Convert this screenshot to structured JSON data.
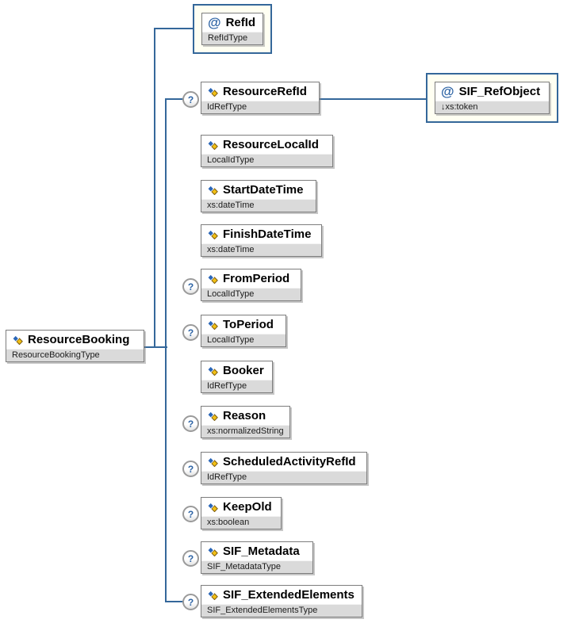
{
  "diagram": {
    "optional_marker": "?",
    "at_symbol": "@",
    "root": {
      "name": "ResourceBooking",
      "type": "ResourceBookingType"
    },
    "attributes": [
      {
        "name": "RefId",
        "type": "RefIdType"
      },
      {
        "name": "SIF_RefObject",
        "type": "↓xs:token"
      }
    ],
    "children": [
      {
        "name": "ResourceRefId",
        "type": "IdRefType",
        "optional": true
      },
      {
        "name": "ResourceLocalId",
        "type": "LocalIdType",
        "optional": false
      },
      {
        "name": "StartDateTime",
        "type": "xs:dateTime",
        "optional": false
      },
      {
        "name": "FinishDateTime",
        "type": "xs:dateTime",
        "optional": false
      },
      {
        "name": "FromPeriod",
        "type": "LocalIdType",
        "optional": true
      },
      {
        "name": "ToPeriod",
        "type": "LocalIdType",
        "optional": true
      },
      {
        "name": "Booker",
        "type": "IdRefType",
        "optional": false
      },
      {
        "name": "Reason",
        "type": "xs:normalizedString",
        "optional": true
      },
      {
        "name": "ScheduledActivityRefId",
        "type": "IdRefType",
        "optional": true
      },
      {
        "name": "KeepOld",
        "type": "xs:boolean",
        "optional": true
      },
      {
        "name": "SIF_Metadata",
        "type": "SIF_MetadataType",
        "optional": true
      },
      {
        "name": "SIF_ExtendedElements",
        "type": "SIF_ExtendedElementsType",
        "optional": true
      }
    ],
    "colors": {
      "connector": "#34679A",
      "attribute_box_bg": "#FFFFF2",
      "attribute_box_border": "#34679A",
      "type_band_bg": "#DADADA",
      "icon_blue": "#2A66B8",
      "icon_yellow": "#F2C014"
    }
  }
}
